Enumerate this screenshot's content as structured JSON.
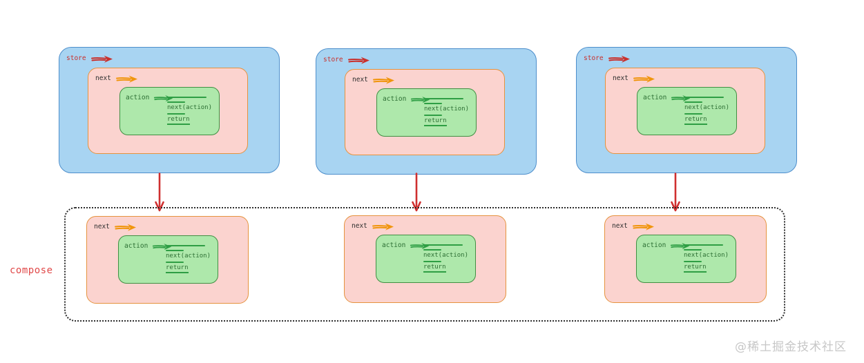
{
  "diagram": {
    "stores": [
      {
        "store_label": "store",
        "next_label": "next",
        "action_label": "action",
        "code_call": "next(action)",
        "code_return": "return"
      },
      {
        "store_label": "store",
        "next_label": "next",
        "action_label": "action",
        "code_call": "next(action)",
        "code_return": "return"
      },
      {
        "store_label": "store",
        "next_label": "next",
        "action_label": "action",
        "code_call": "next(action)",
        "code_return": "return"
      }
    ],
    "compose": {
      "label": "compose",
      "middlewares": [
        {
          "next_label": "next",
          "action_label": "action",
          "code_call": "next(action)",
          "code_return": "return"
        },
        {
          "next_label": "next",
          "action_label": "action",
          "code_call": "next(action)",
          "code_return": "return"
        },
        {
          "next_label": "next",
          "action_label": "action",
          "code_call": "next(action)",
          "code_return": "return"
        }
      ]
    },
    "watermark": "@稀土掘金技术社区",
    "colors": {
      "store_box_fill": "#a8d4f2",
      "store_box_border": "#4d8ecb",
      "middleware_fill": "#fbd3cf",
      "middleware_border": "#e5923d",
      "action_fill": "#aee8ab",
      "action_border": "#3f8f42",
      "store_accent_red": "#c9302c",
      "next_accent_orange": "#f0950c",
      "action_accent_green": "#2e9e44",
      "next_label_color": "#2e2e2e",
      "compose_label_color": "#e04848",
      "compose_border_color": "#2b2b2b",
      "watermark_color": "#c7c7c7"
    }
  }
}
